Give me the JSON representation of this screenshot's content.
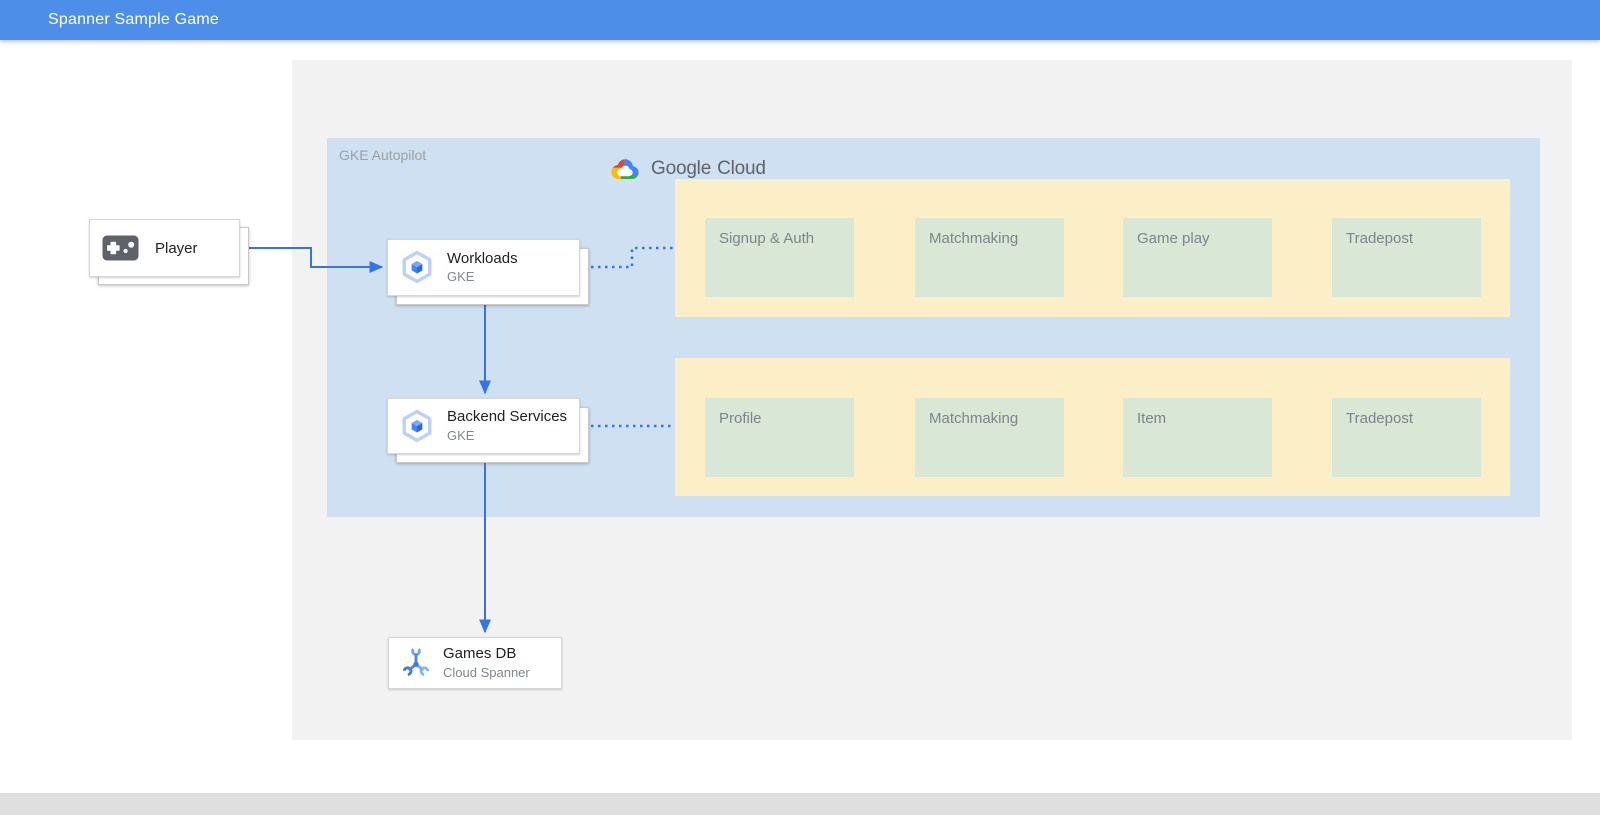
{
  "header": {
    "title": "Spanner Sample Game"
  },
  "logo": {
    "google": "Google",
    "cloud": "Cloud"
  },
  "gke": {
    "label": "GKE Autopilot"
  },
  "nodes": {
    "player": {
      "label": "Player"
    },
    "workloads": {
      "title": "Workloads",
      "subtitle": "GKE"
    },
    "backend_services": {
      "title": "Backend Services",
      "subtitle": "GKE"
    },
    "games_db": {
      "title": "Games DB",
      "subtitle": "Cloud Spanner"
    }
  },
  "service_groups": [
    {
      "name": "workload-services",
      "items": [
        "Signup & Auth",
        "Matchmaking",
        "Game play",
        "Tradepost"
      ]
    },
    {
      "name": "backend-services",
      "items": [
        "Profile",
        "Matchmaking",
        "Item",
        "Tradepost"
      ]
    }
  ],
  "colors": {
    "header_bg": "#4d8fe8",
    "canvas_bg": "#f2f2f2",
    "gke_container_bg": "#cfe0f2",
    "service_container_bg": "#fcefc7",
    "service_box_bg": "#d9e7d6",
    "arrow_blue": "#3575e3",
    "footer_bg": "#dfdfdf",
    "google_red": "#ea4335",
    "google_blue": "#4285f4",
    "google_green": "#34a853",
    "google_yellow": "#fbbc05"
  }
}
